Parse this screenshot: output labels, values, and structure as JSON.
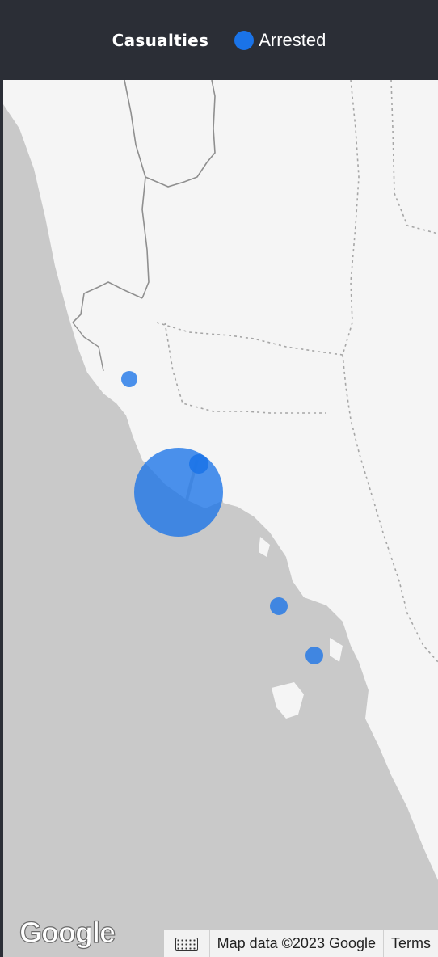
{
  "legend": {
    "title": "Casualties",
    "items": [
      {
        "label": "Arrested",
        "color": "#1a73e8"
      }
    ]
  },
  "map": {
    "land_color": "#f5f5f5",
    "water_color": "#c9c9c9",
    "marker_color": "#1a73e8",
    "markers": [
      {
        "lat": 20.55,
        "lng": 92.85,
        "size": 1
      },
      {
        "lat": 20.15,
        "lng": 93.25,
        "size": 1
      },
      {
        "lat": 20.0,
        "lng": 93.1,
        "size": 5
      },
      {
        "lat": 19.45,
        "lng": 93.55,
        "size": 1
      },
      {
        "lat": 19.2,
        "lng": 93.7,
        "size": 1
      }
    ]
  },
  "branding": {
    "logo_text": "Google"
  },
  "attribution": {
    "keyboard_icon": "keyboard-icon",
    "map_data": "Map data ©2023 Google",
    "terms": "Terms"
  }
}
